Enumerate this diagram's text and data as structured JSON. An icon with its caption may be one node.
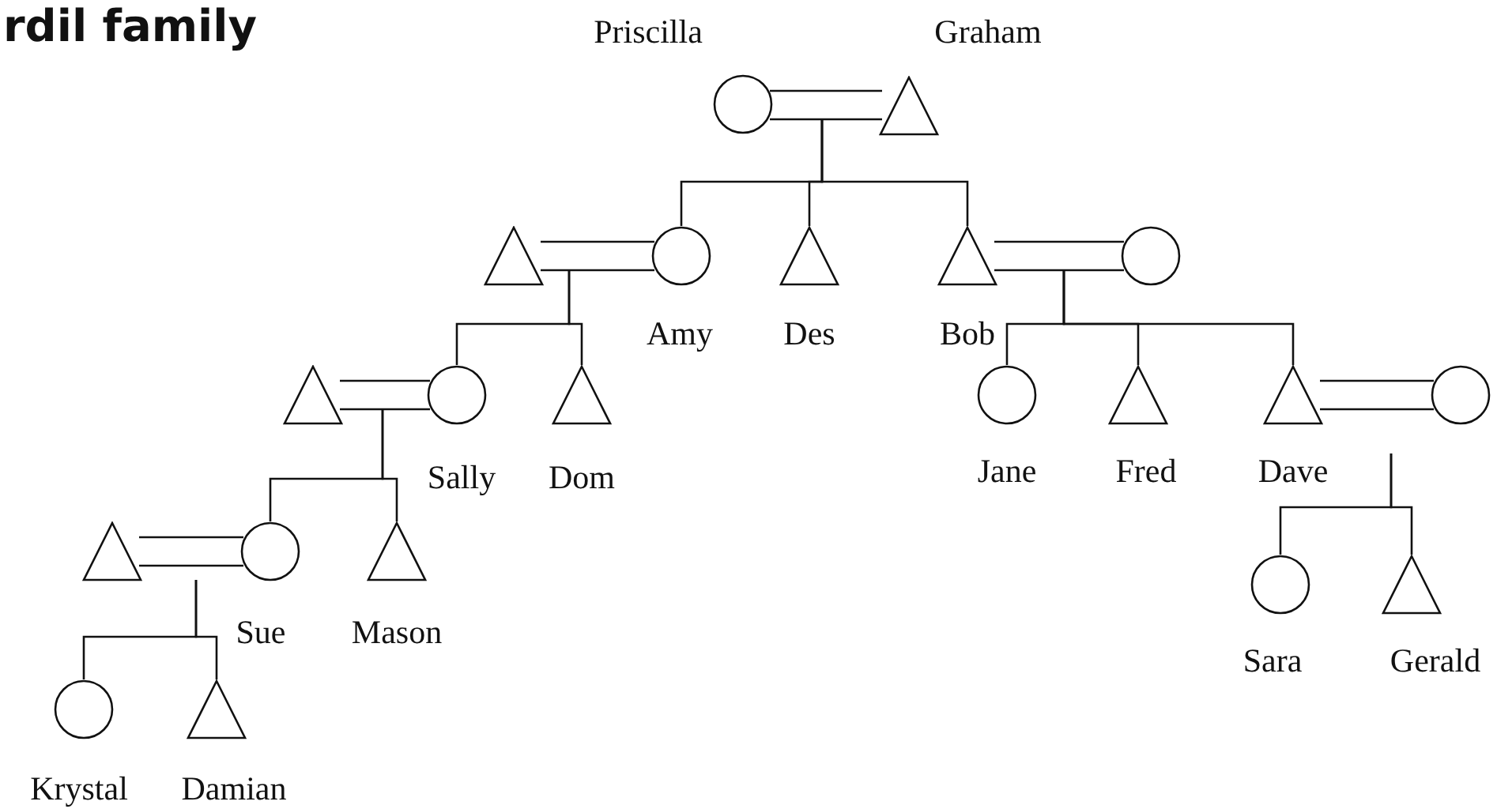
{
  "diagram": {
    "title": "rdil family",
    "nodes": [
      {
        "text": [],
        "shape": "circle",
        "beside": [
          "Priscilla"
        ]
      },
      {
        "text": [],
        "shape": "triangle",
        "beside": [
          "Graham"
        ]
      },
      {
        "text": [],
        "shape": "triangle"
      },
      {
        "text": [],
        "shape": "circle",
        "beside": [
          "Amy"
        ]
      },
      {
        "text": [],
        "shape": "triangle",
        "beside": [
          "Des"
        ]
      },
      {
        "text": [],
        "shape": "triangle",
        "beside": [
          "Bob"
        ]
      },
      {
        "text": [],
        "shape": "circle"
      },
      {
        "text": [],
        "shape": "triangle"
      },
      {
        "text": [],
        "shape": "circle",
        "beside": [
          "Sally"
        ]
      },
      {
        "text": [],
        "shape": "triangle",
        "beside": [
          "Dom"
        ]
      },
      {
        "text": [],
        "shape": "circle",
        "beside": [
          "Jane"
        ]
      },
      {
        "text": [],
        "shape": "triangle",
        "beside": [
          "Fred"
        ]
      },
      {
        "text": [],
        "shape": "triangle",
        "beside": [
          "Dave"
        ]
      },
      {
        "text": [],
        "shape": "circle"
      },
      {
        "text": [],
        "shape": "triangle"
      },
      {
        "text": [],
        "shape": "circle",
        "beside": [
          "Sue"
        ]
      },
      {
        "text": [],
        "shape": "triangle",
        "beside": [
          "Mason"
        ]
      },
      {
        "text": [],
        "shape": "circle",
        "beside": [
          "Sara"
        ]
      },
      {
        "text": [],
        "shape": "triangle",
        "beside": [
          "Gerald"
        ]
      },
      {
        "text": [],
        "shape": "circle",
        "beside": [
          "Krystal"
        ]
      },
      {
        "text": [],
        "shape": "triangle",
        "beside": [
          "Damian"
        ]
      }
    ],
    "edges": [
      {
        "from": 0,
        "to": 1,
        "arrow": "none"
      },
      {
        "from": 0,
        "to": 1,
        "arrow": "none"
      },
      {
        "from": null,
        "to": 3,
        "arrow": "none"
      },
      {
        "from": null,
        "to": 4,
        "arrow": "none"
      },
      {
        "from": null,
        "to": 5,
        "arrow": "none"
      },
      {
        "from": 2,
        "to": 3,
        "arrow": "none"
      },
      {
        "from": 2,
        "to": 3,
        "arrow": "none"
      },
      {
        "from": 5,
        "to": 6,
        "arrow": "none"
      },
      {
        "from": 5,
        "to": 6,
        "arrow": "none"
      },
      {
        "from": null,
        "to": 8,
        "arrow": "none"
      },
      {
        "from": null,
        "to": 9,
        "arrow": "none"
      },
      {
        "from": null,
        "to": 10,
        "arrow": "none"
      },
      {
        "from": null,
        "to": 11,
        "arrow": "none"
      },
      {
        "from": null,
        "to": 12,
        "arrow": "none"
      },
      {
        "from": 7,
        "to": 8,
        "arrow": "none"
      },
      {
        "from": 7,
        "to": 8,
        "arrow": "none"
      },
      {
        "from": 12,
        "to": 13,
        "arrow": "none"
      },
      {
        "from": 12,
        "to": 13,
        "arrow": "none"
      },
      {
        "from": null,
        "to": 15,
        "arrow": "none"
      },
      {
        "from": null,
        "to": 16,
        "arrow": "none"
      },
      {
        "from": null,
        "to": 17,
        "arrow": "none"
      },
      {
        "from": null,
        "to": 18,
        "arrow": "none"
      },
      {
        "from": 14,
        "to": 15,
        "arrow": "none"
      },
      {
        "from": 14,
        "to": 15,
        "arrow": "none"
      },
      {
        "from": null,
        "to": 19,
        "arrow": "none"
      },
      {
        "from": null,
        "to": 20,
        "arrow": "none"
      }
    ]
  }
}
